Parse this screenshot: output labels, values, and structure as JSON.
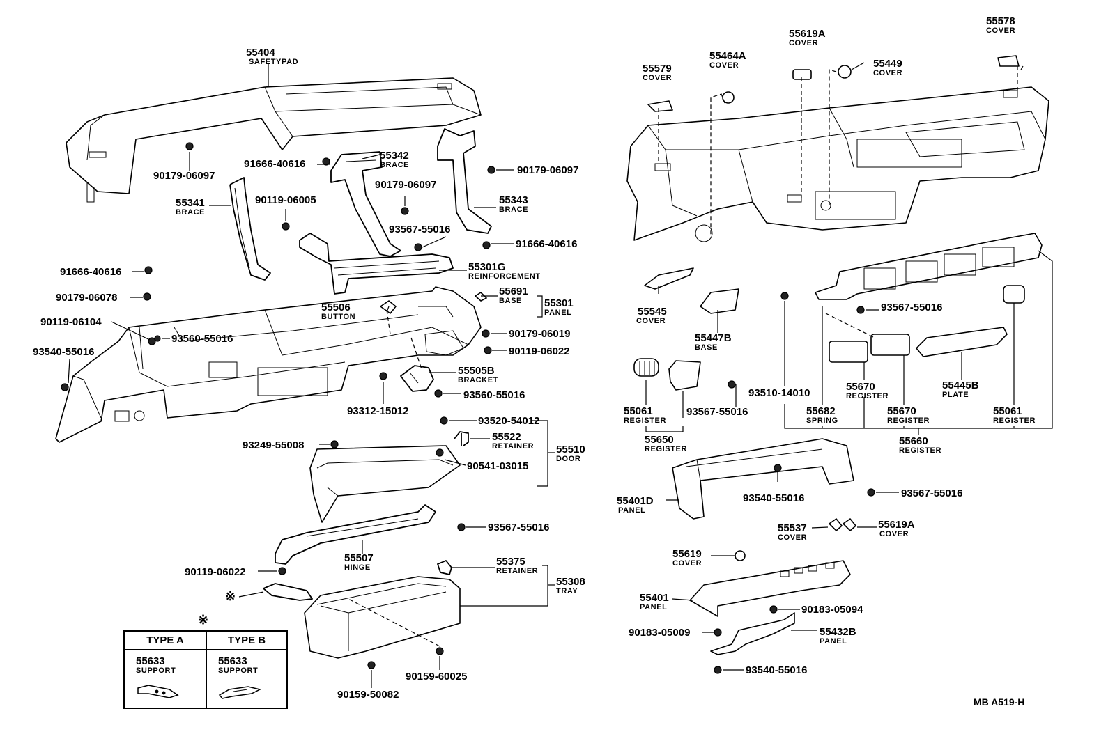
{
  "callouts": {
    "c55404": {
      "pn": "55404",
      "name": "SAFETYPAD"
    },
    "c55342": {
      "pn": "55342",
      "name": "BRACE"
    },
    "c55343": {
      "pn": "55343",
      "name": "BRACE"
    },
    "c55341": {
      "pn": "55341",
      "name": "BRACE"
    },
    "c55301g": {
      "pn": "55301G",
      "name": "REINFORCEMENT"
    },
    "c55691": {
      "pn": "55691",
      "name": "BASE"
    },
    "c55301": {
      "pn": "55301",
      "name": "PANEL"
    },
    "c55506": {
      "pn": "55506",
      "name": "BUTTON"
    },
    "c55505b": {
      "pn": "55505B",
      "name": "BRACKET"
    },
    "c55522": {
      "pn": "55522",
      "name": "RETAINER"
    },
    "c55510": {
      "pn": "55510",
      "name": "DOOR"
    },
    "c55507": {
      "pn": "55507",
      "name": "HINGE"
    },
    "c55375": {
      "pn": "55375",
      "name": "RETAINER"
    },
    "c55308": {
      "pn": "55308",
      "name": "TRAY"
    },
    "c55579": {
      "pn": "55579",
      "name": "COVER"
    },
    "c55464a": {
      "pn": "55464A",
      "name": "COVER"
    },
    "c55619a_top": {
      "pn": "55619A",
      "name": "COVER"
    },
    "c55449": {
      "pn": "55449",
      "name": "COVER"
    },
    "c55578": {
      "pn": "55578",
      "name": "COVER"
    },
    "c55545": {
      "pn": "55545",
      "name": "COVER"
    },
    "c55447b": {
      "pn": "55447B",
      "name": "BASE"
    },
    "c55061_l": {
      "pn": "55061",
      "name": "REGISTER"
    },
    "c55650": {
      "pn": "55650",
      "name": "REGISTER"
    },
    "c55682": {
      "pn": "55682",
      "name": "SPRING"
    },
    "c55670_a": {
      "pn": "55670",
      "name": "REGISTER"
    },
    "c55670_b": {
      "pn": "55670",
      "name": "REGISTER"
    },
    "c55445b": {
      "pn": "55445B",
      "name": "PLATE"
    },
    "c55061_r": {
      "pn": "55061",
      "name": "REGISTER"
    },
    "c55660": {
      "pn": "55660",
      "name": "REGISTER"
    },
    "c55401d": {
      "pn": "55401D",
      "name": "PANEL"
    },
    "c55537": {
      "pn": "55537",
      "name": "COVER"
    },
    "c55619a_b": {
      "pn": "55619A",
      "name": "COVER"
    },
    "c55619": {
      "pn": "55619",
      "name": "COVER"
    },
    "c55401": {
      "pn": "55401",
      "name": "PANEL"
    },
    "c55432b": {
      "pn": "55432B",
      "name": "PANEL"
    }
  },
  "hardware": {
    "h1": "90179-06097",
    "h2": "91666-40616",
    "h3": "90179-06097",
    "h4": "90179-06097",
    "h5": "90119-06005",
    "h6": "93567-55016",
    "h7": "91666-40616",
    "h8": "91666-40616",
    "h9": "90179-06078",
    "h10": "90119-06104",
    "h11": "93560-55016",
    "h12": "93540-55016",
    "h13": "90179-06019",
    "h14": "90119-06022",
    "h15": "93560-55016",
    "h16": "93312-15012",
    "h17": "93520-54012",
    "h18": "93249-55008",
    "h19": "90541-03015",
    "h20": "93567-55016",
    "h21": "90119-06022",
    "h22": "90159-60025",
    "h23": "90159-50082",
    "h24": "93567-55016",
    "h25": "93567-55016",
    "h26": "93510-14010",
    "h27": "93540-55016",
    "h28": "93567-55016",
    "h29": "90183-05094",
    "h30": "90183-05009",
    "h31": "93540-55016"
  },
  "type_table": {
    "symbol": "※",
    "a": {
      "header": "TYPE A",
      "pn": "55633",
      "name": "SUPPORT"
    },
    "b": {
      "header": "TYPE B",
      "pn": "55633",
      "name": "SUPPORT"
    }
  },
  "asterisk_callout": "※",
  "ref_code": "MB A519-H"
}
